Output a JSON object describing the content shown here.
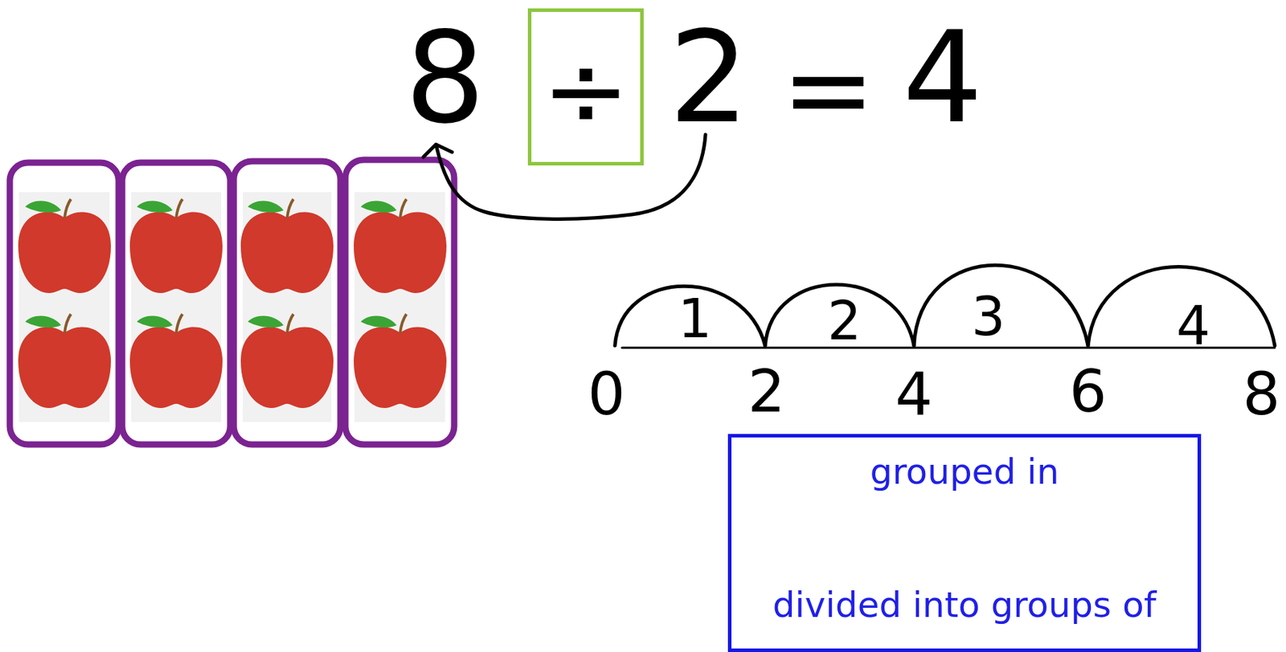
{
  "diagram": {
    "nodes": [
      {
        "text": [
          "÷"
        ]
      },
      {
        "text": [
          "grouped in",
          "divided into groups of"
        ]
      }
    ],
    "labels": [
      "8",
      "2",
      "=",
      "4",
      "1",
      "2",
      "3",
      "4",
      "0",
      "2",
      "4",
      "6",
      "8"
    ]
  }
}
